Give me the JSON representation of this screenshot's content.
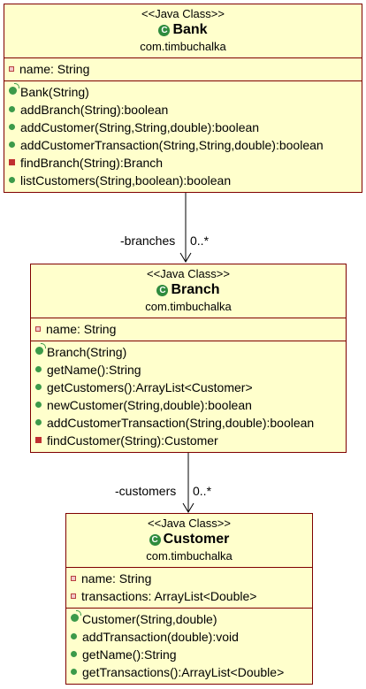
{
  "classes": {
    "bank": {
      "stereotype": "<<Java Class>>",
      "name": "Bank",
      "package": "com.timbuchalka",
      "fields": [
        "name: String"
      ],
      "methods": [
        {
          "kind": "ctor",
          "text": "Bank(String)"
        },
        {
          "kind": "public",
          "text": "addBranch(String):boolean"
        },
        {
          "kind": "public",
          "text": "addCustomer(String,String,double):boolean"
        },
        {
          "kind": "public",
          "text": "addCustomerTransaction(String,String,double):boolean"
        },
        {
          "kind": "private",
          "text": "findBranch(String):Branch"
        },
        {
          "kind": "public",
          "text": "listCustomers(String,boolean):boolean"
        }
      ]
    },
    "branch": {
      "stereotype": "<<Java Class>>",
      "name": "Branch",
      "package": "com.timbuchalka",
      "fields": [
        "name: String"
      ],
      "methods": [
        {
          "kind": "ctor",
          "text": "Branch(String)"
        },
        {
          "kind": "public",
          "text": "getName():String"
        },
        {
          "kind": "public",
          "text": "getCustomers():ArrayList<Customer>"
        },
        {
          "kind": "public",
          "text": "newCustomer(String,double):boolean"
        },
        {
          "kind": "public",
          "text": "addCustomerTransaction(String,double):boolean"
        },
        {
          "kind": "private",
          "text": "findCustomer(String):Customer"
        }
      ]
    },
    "customer": {
      "stereotype": "<<Java Class>>",
      "name": "Customer",
      "package": "com.timbuchalka",
      "fields": [
        "name: String",
        "transactions: ArrayList<Double>"
      ],
      "methods": [
        {
          "kind": "ctor",
          "text": "Customer(String,double)"
        },
        {
          "kind": "public",
          "text": "addTransaction(double):void"
        },
        {
          "kind": "public",
          "text": "getName():String"
        },
        {
          "kind": "public",
          "text": "getTransactions():ArrayList<Double>"
        }
      ]
    }
  },
  "associations": {
    "bank_branch": {
      "role": "-branches",
      "multiplicity": "0..*"
    },
    "branch_customer": {
      "role": "-customers",
      "multiplicity": "0..*"
    }
  },
  "colors": {
    "fill": "#ffffcc",
    "border": "#7f0000",
    "public": "#3c9a4a",
    "private": "#c03030"
  }
}
